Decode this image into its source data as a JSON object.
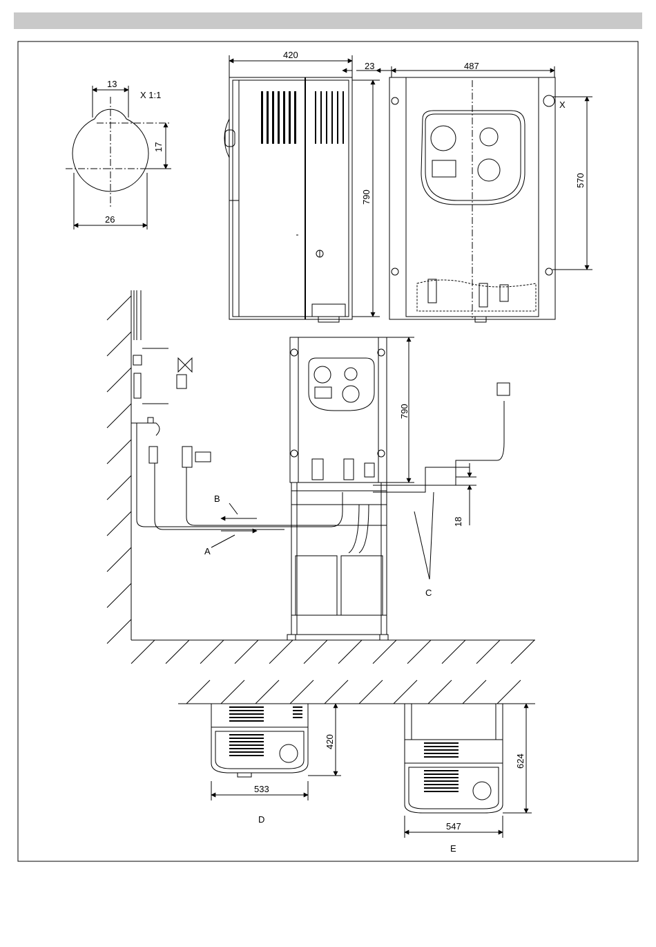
{
  "dimensions": {
    "keyhole_width_top": "13",
    "keyhole_scale": "X 1:1",
    "keyhole_height": "17",
    "keyhole_width_bottom": "26",
    "side_depth": "420",
    "side_gap": "23",
    "front_width": "487",
    "side_height": "790",
    "front_mount_height": "570",
    "front_detail_marker": "X",
    "install_height": "790",
    "install_clearance": "18",
    "bottom_d_depth": "420",
    "bottom_d_width": "533",
    "bottom_e_depth": "624",
    "bottom_e_width": "547"
  },
  "labels": {
    "A": "A",
    "B": "B",
    "C": "C",
    "D": "D",
    "E": "E"
  },
  "colors": {
    "line": "#000000",
    "header_bar": "#c9c9c9",
    "frame": "#000000"
  }
}
